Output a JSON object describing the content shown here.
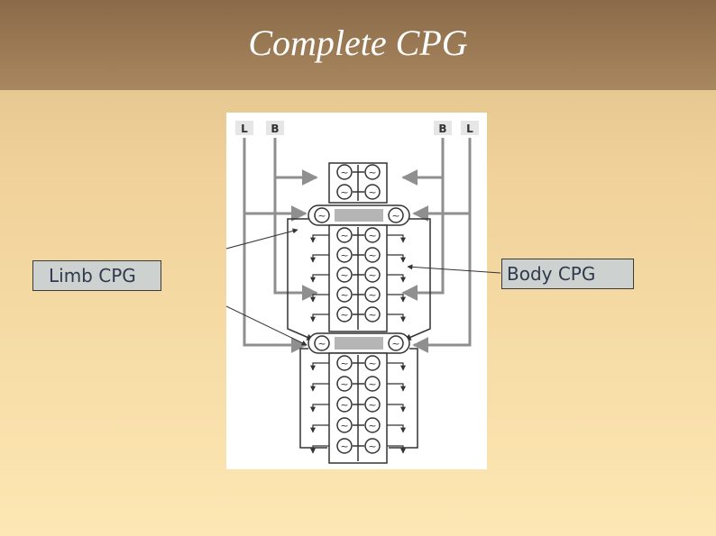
{
  "slide": {
    "title": "Complete CPG"
  },
  "labels": {
    "limb": "Limb CPG",
    "body": "Body CPG"
  },
  "diagram": {
    "corner_labels": {
      "left_l": "L",
      "left_b": "B",
      "right_b": "B",
      "right_l": "L"
    },
    "oscillator_symbol": "~",
    "colors": {
      "line": "#8f8f8f",
      "stroke": "#333333",
      "bar": "#b5b5b5"
    }
  }
}
